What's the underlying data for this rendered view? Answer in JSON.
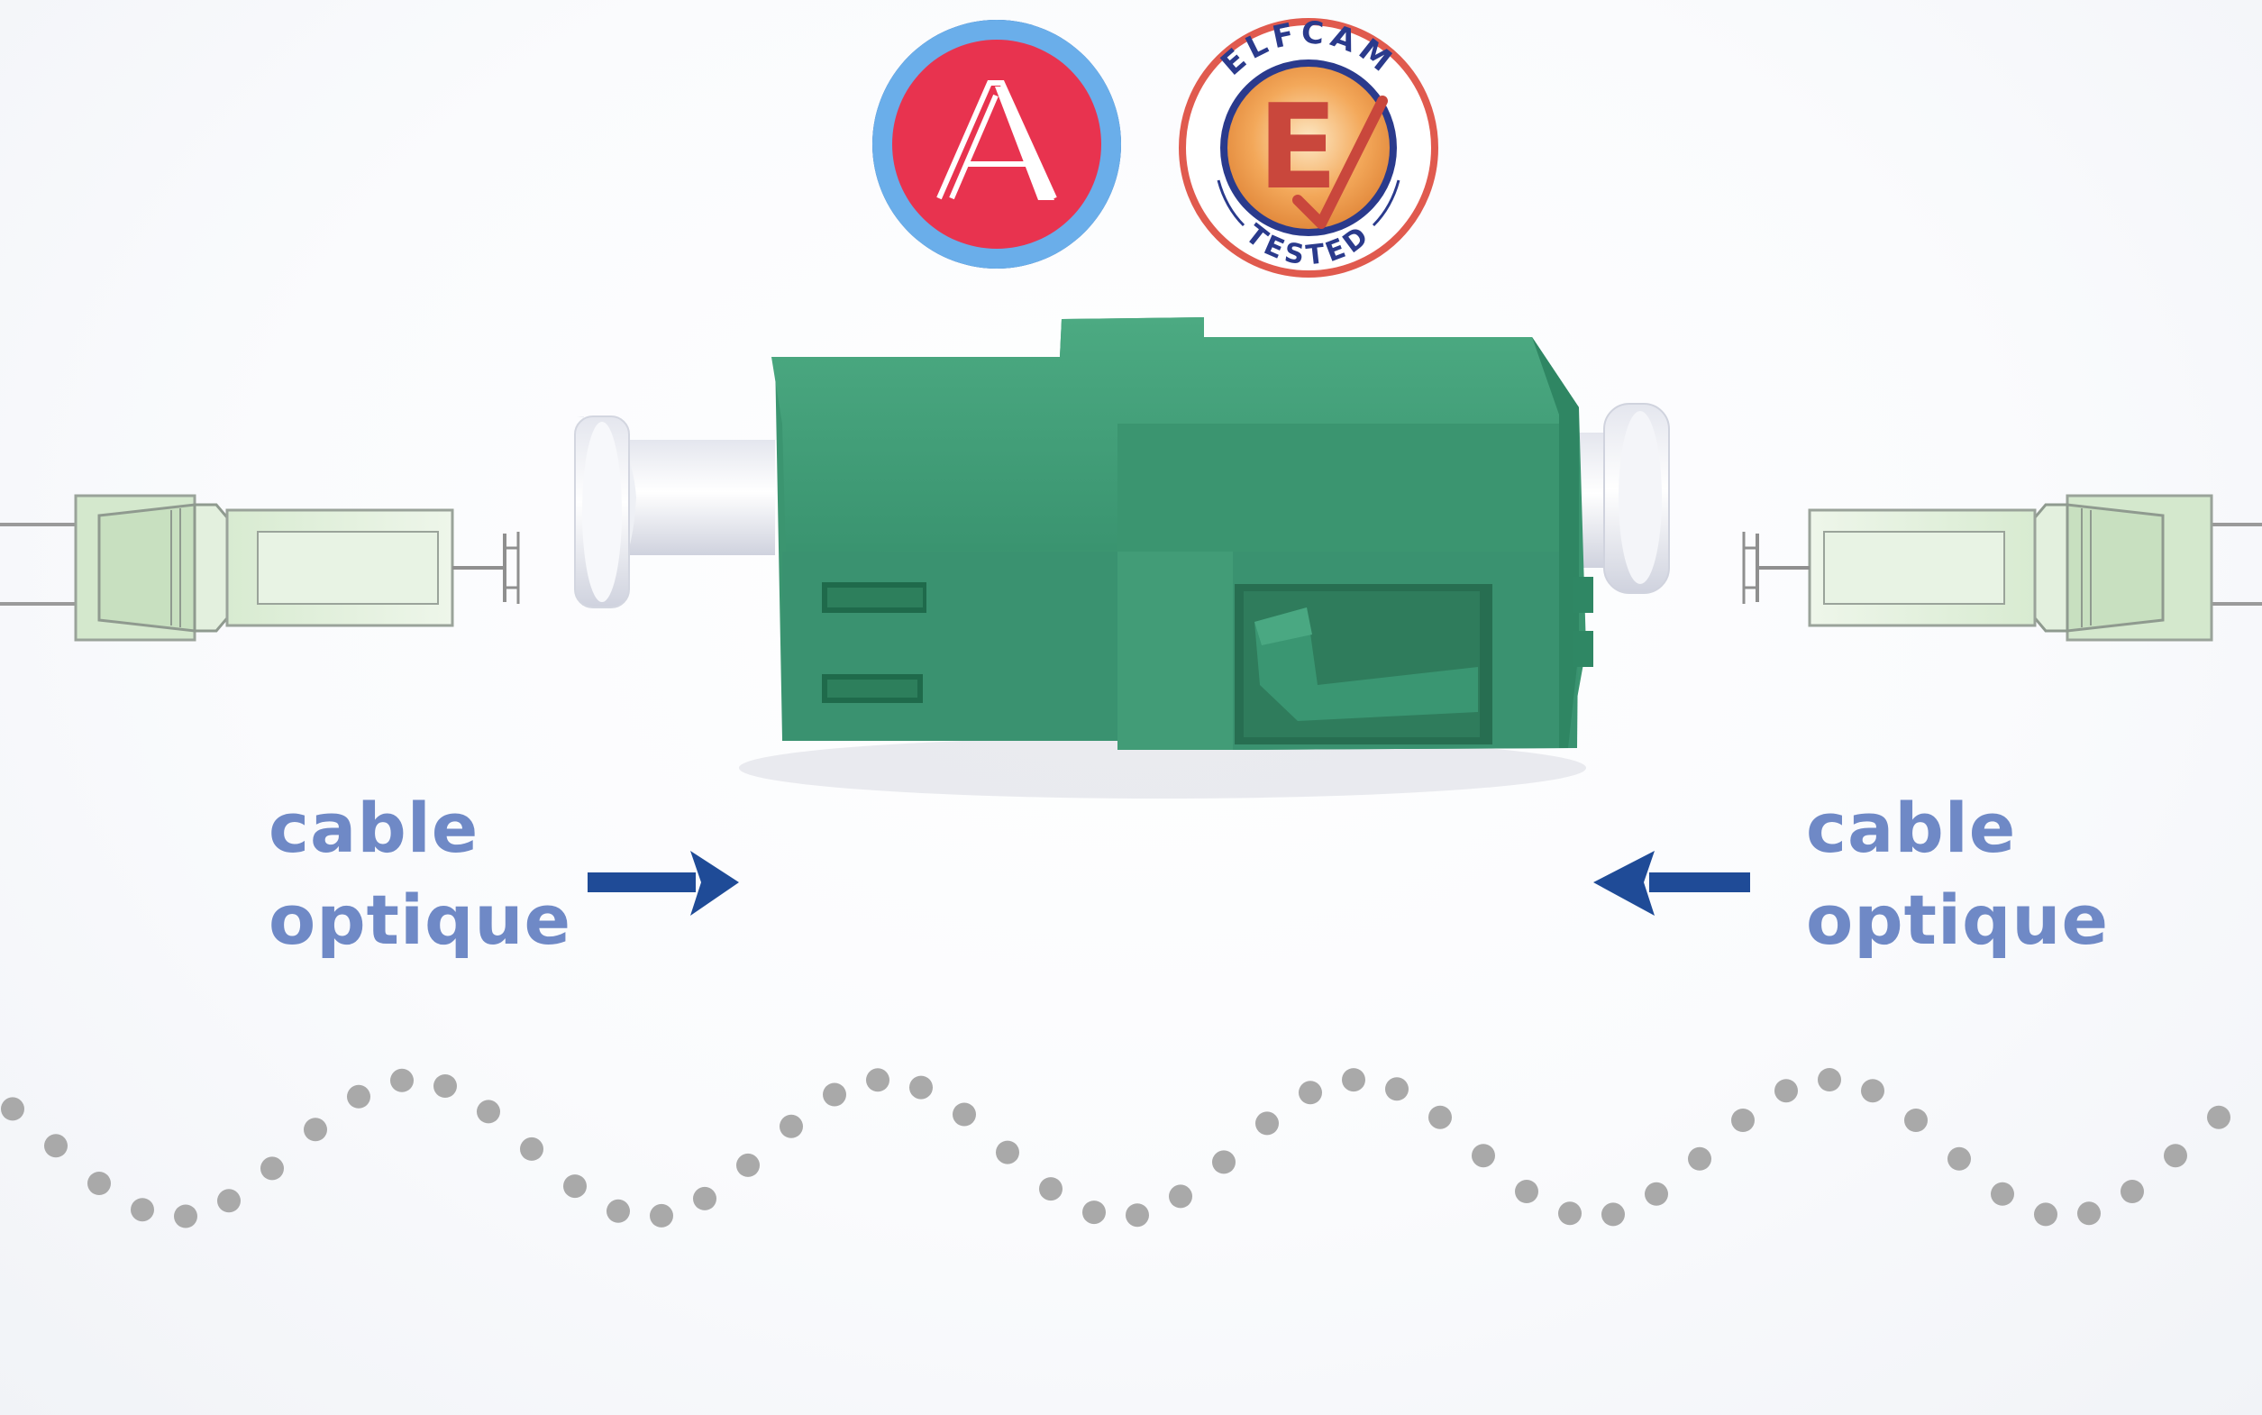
{
  "logos": {
    "a_logo": {
      "letter": "A",
      "ring_color": "#6aaeea",
      "fill_color": "#e8334f"
    },
    "elfcam": {
      "top_text": "ELFCAM",
      "bottom_text": "TESTED",
      "letter": "E",
      "ring_color": "#e05a4e"
    }
  },
  "labels": {
    "left": {
      "line1": "cable",
      "line2": "optique"
    },
    "right": {
      "line1": "cable",
      "line2": "optique"
    }
  },
  "colors": {
    "label_text": "#6f89c6",
    "arrow": "#1f4b97",
    "adapter_green": "#3f9b74",
    "connector_green": "#d9ecd2",
    "dots": "#a9a9a9"
  }
}
